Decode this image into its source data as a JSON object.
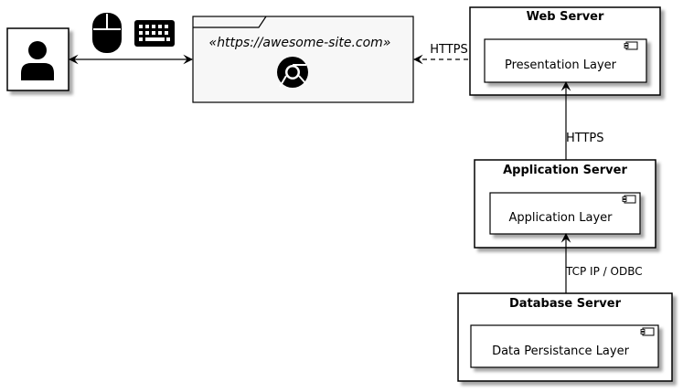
{
  "browser": {
    "url_stereotype": "«https://awesome-site.com»",
    "icon": "chrome-icon"
  },
  "user": {
    "icon": "user-icon"
  },
  "input_devices": {
    "icons": [
      "mouse-icon",
      "keyboard-icon"
    ]
  },
  "servers": {
    "web": {
      "title": "Web Server",
      "component": "Presentation Layer"
    },
    "app": {
      "title": "Application Server",
      "component": "Application Layer"
    },
    "db": {
      "title": "Database Server",
      "component": "Data Persistance Layer"
    }
  },
  "connections": {
    "browser_web": "HTTPS",
    "web_app": "HTTPS",
    "app_db": "TCP IP / ODBC"
  }
}
